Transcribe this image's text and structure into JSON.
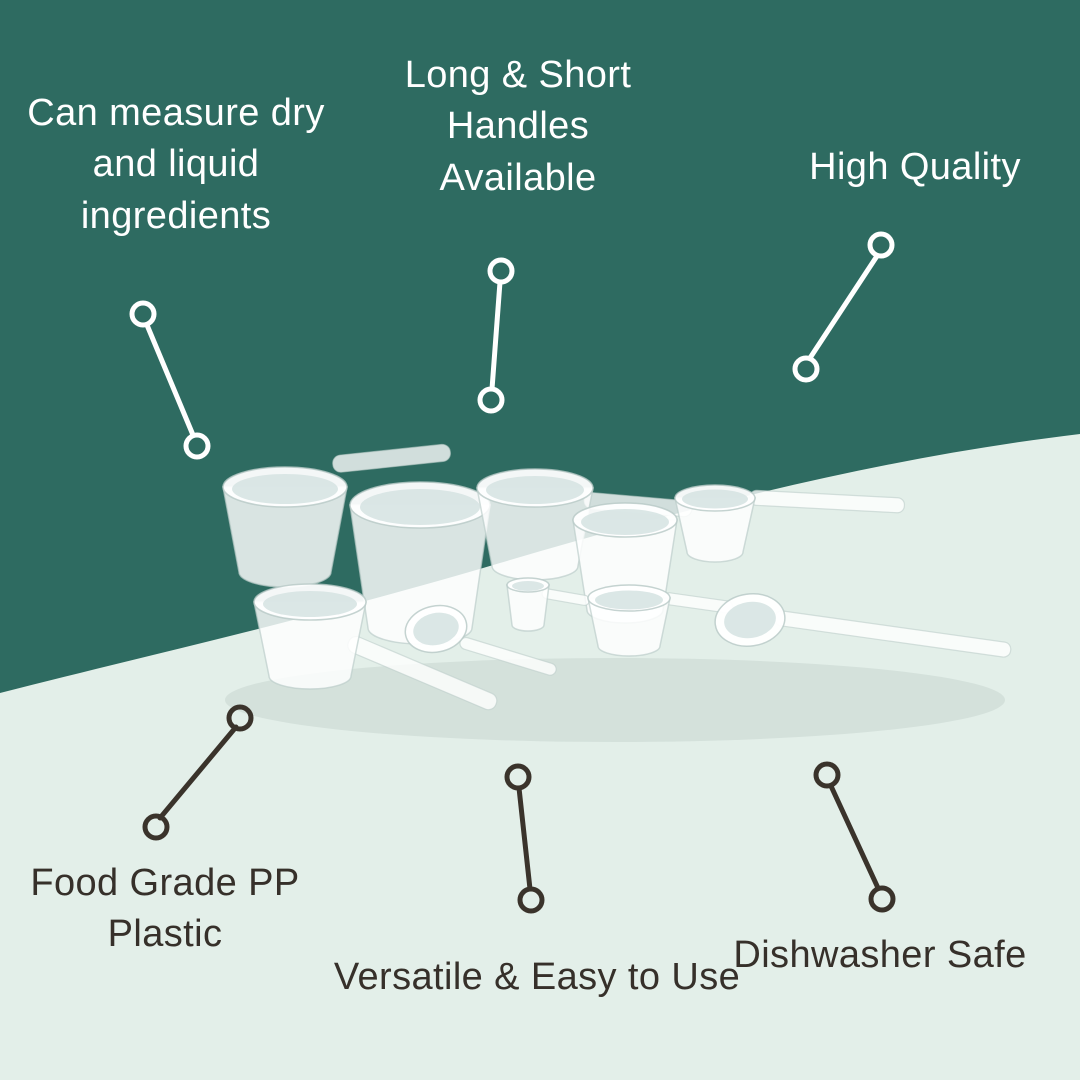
{
  "colors": {
    "background_top": "#2e6b61",
    "background_bottom": "#e3efe9",
    "light_text": "#ffffff",
    "dark_text": "#36302a",
    "connector_light": "#ffffff",
    "connector_dark": "#3a332b"
  },
  "callouts": {
    "measure": {
      "label": "Can measure dry and liquid ingredients"
    },
    "handles": {
      "label": "Long & Short Handles Available"
    },
    "quality": {
      "label": "High Quality"
    },
    "material": {
      "label": "Food Grade PP Plastic"
    },
    "versatile": {
      "label": "Versatile & Easy to Use"
    },
    "dishwasher": {
      "label": "Dishwasher Safe"
    }
  },
  "product_image": {
    "alt": "Set of white plastic measuring scoops and spoons with long and short handles"
  }
}
